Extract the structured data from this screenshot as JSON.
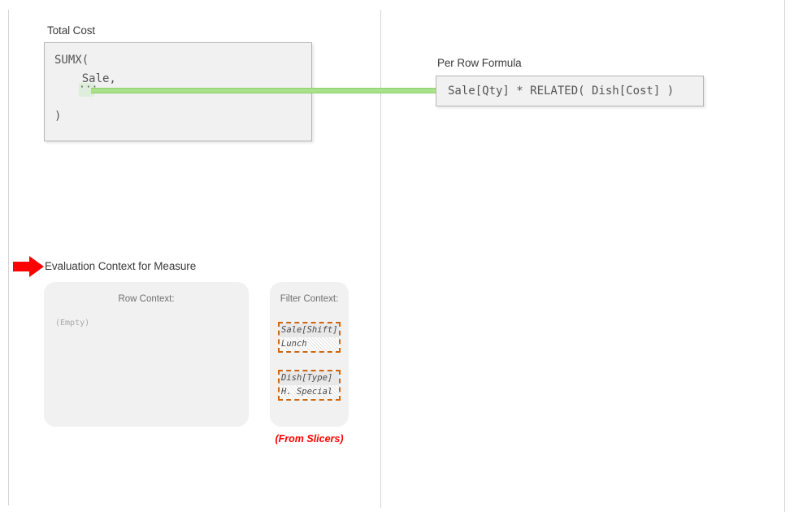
{
  "diagram": {
    "dividers": [
      "vertical-rule-left",
      "vertical-rule-middle",
      "vertical-rule-right"
    ],
    "total_cost": {
      "caption": "Total Cost",
      "code_line_1": "SUMX(",
      "code_line_2": "    Sale,",
      "code_line_3": ")",
      "placeholder_chip": "···"
    },
    "per_row": {
      "caption": "Per Row Formula",
      "formula": "Sale[Qty] * RELATED( Dish[Cost] )"
    },
    "connector": {
      "name": "green-connector-line",
      "color": "#a9e08a",
      "edge_color": "#8ed06a"
    },
    "evaluation": {
      "arrow_icon": "red-right-arrow-icon",
      "arrow_color": "#ff0000",
      "caption": "Evaluation Context for Measure",
      "row_context": {
        "title": "Row Context:",
        "empty_label": "(Empty)"
      },
      "filter_context": {
        "title": "Filter Context:",
        "chips": [
          {
            "field": "Sale[Shift]",
            "value": "Lunch"
          },
          {
            "field": "Dish[Type]",
            "value": "H. Special"
          }
        ],
        "source_note": "(From Slicers)",
        "chip_border_color": "#cc6611",
        "note_color": "#ff0000"
      }
    }
  }
}
